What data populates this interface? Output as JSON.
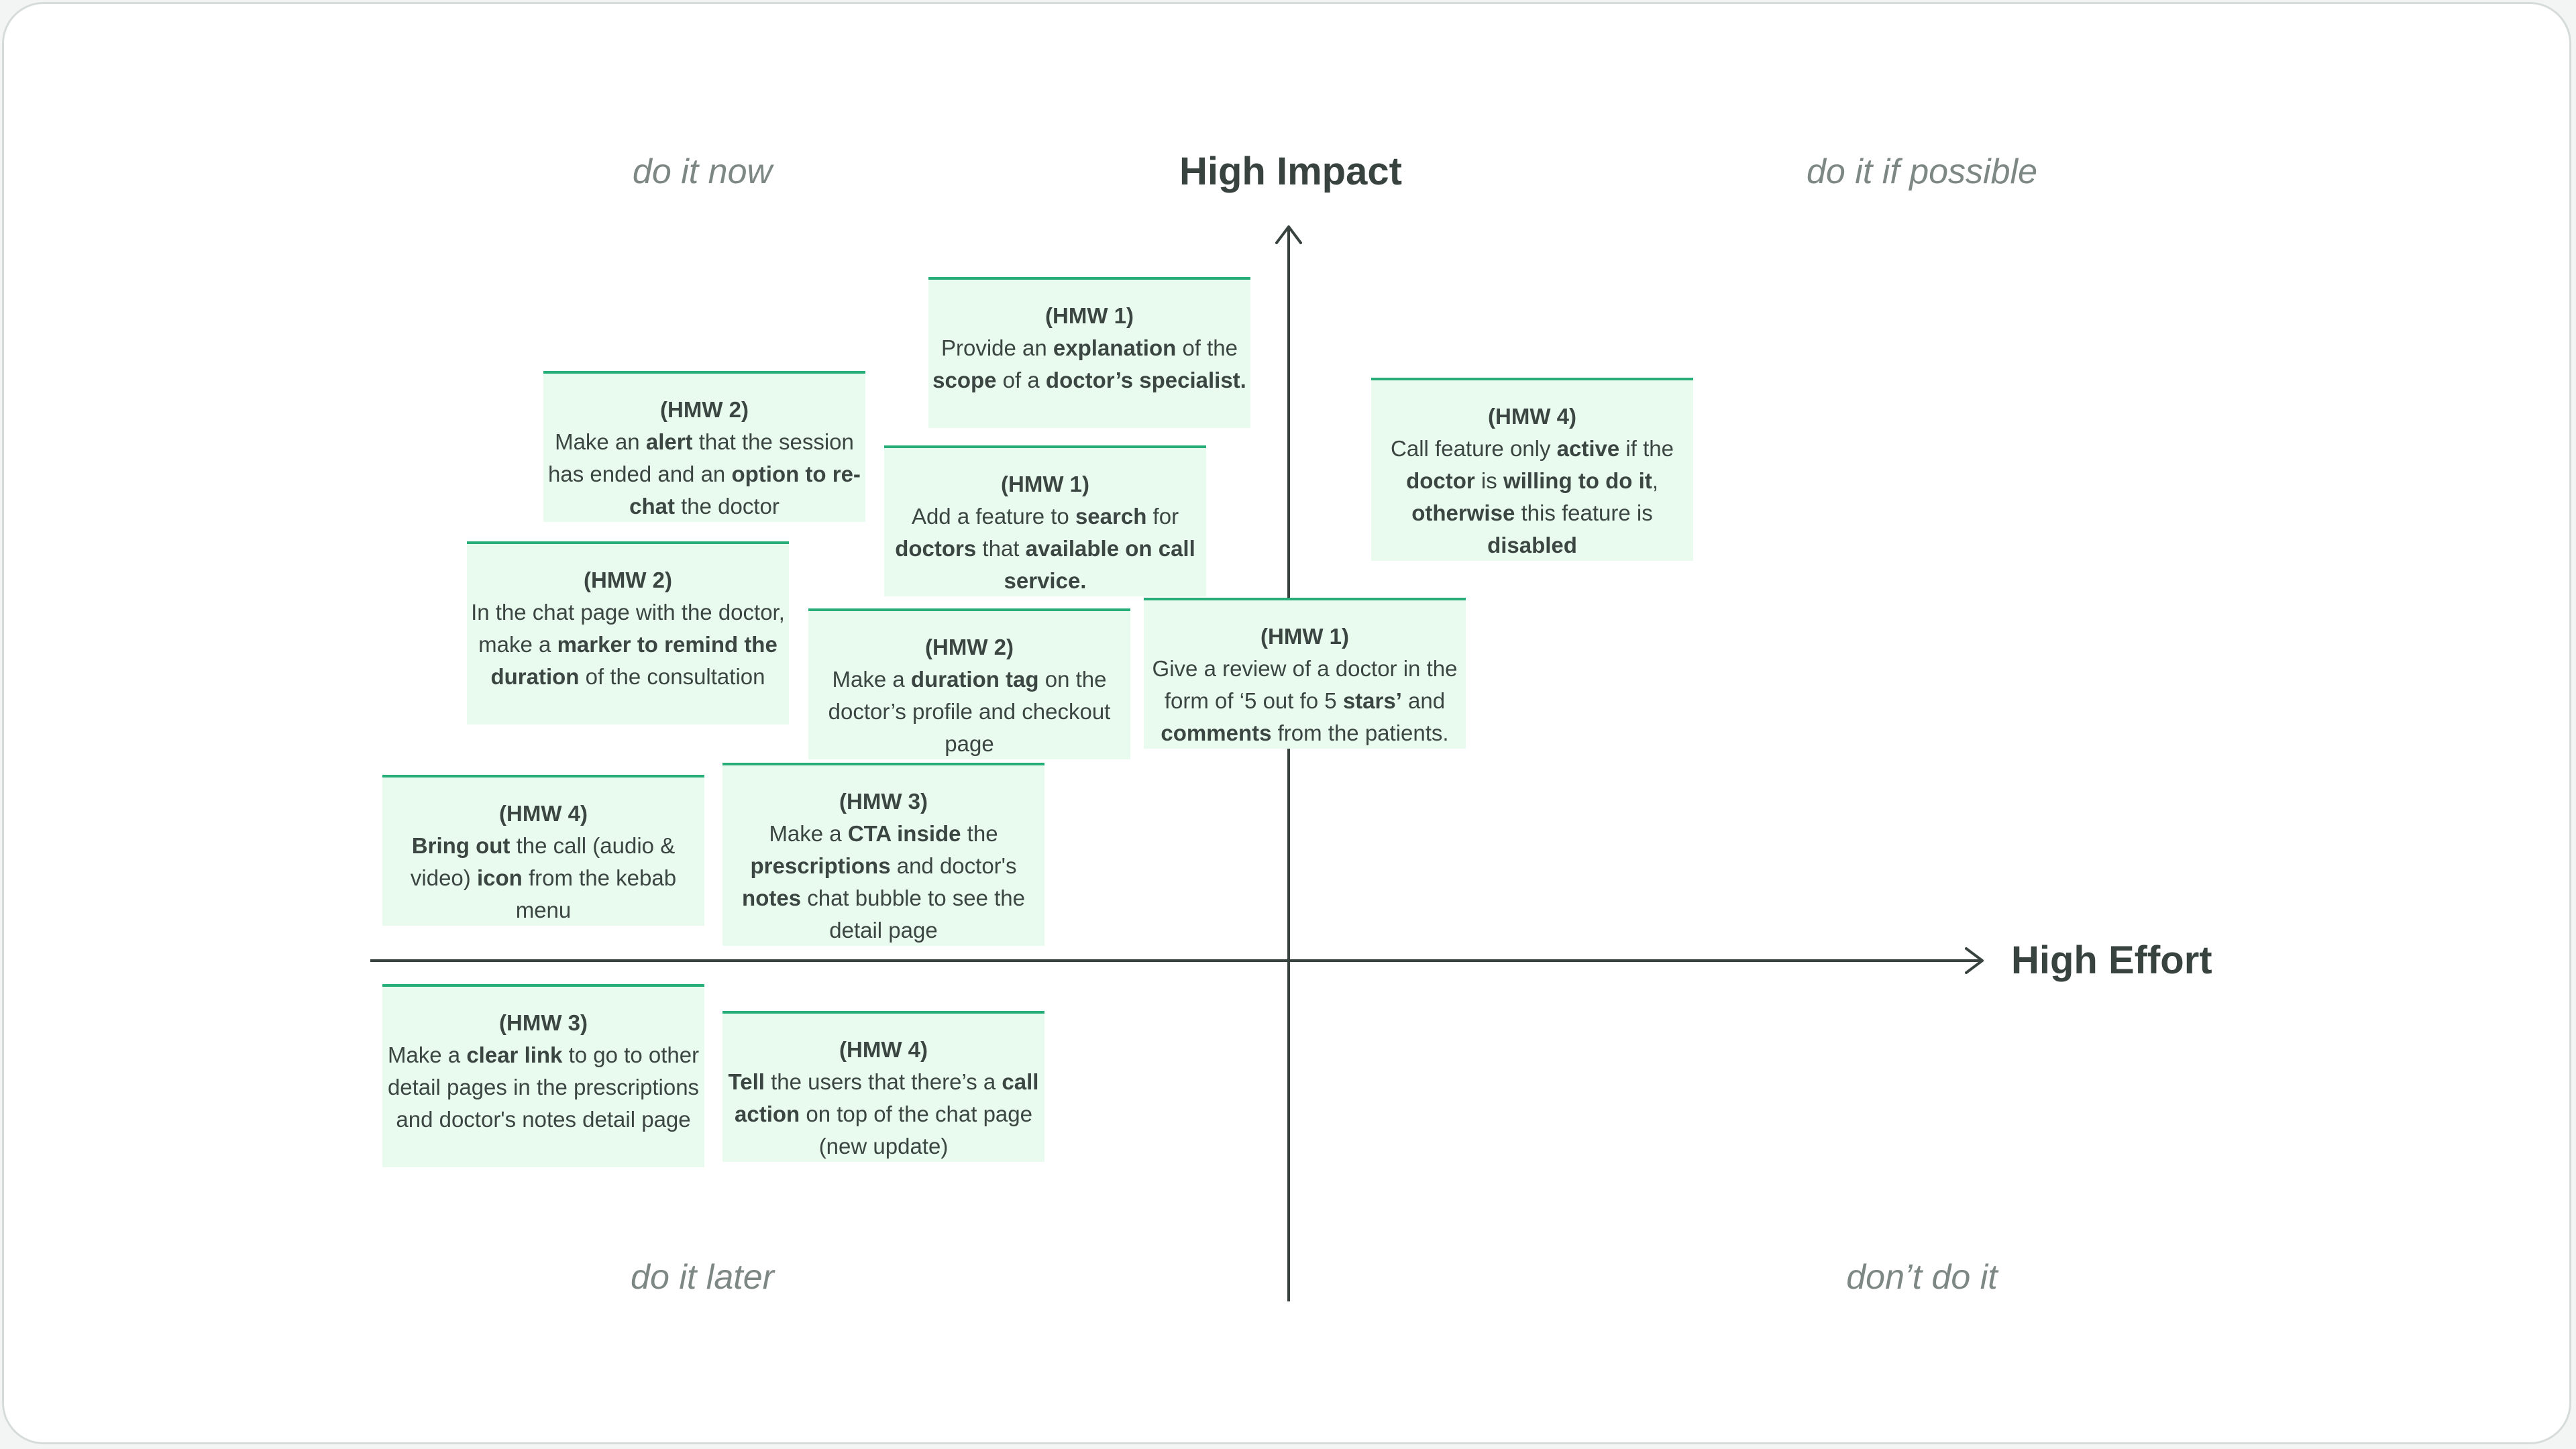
{
  "quadrants": {
    "top_left": "do it now",
    "top_right": "do it if possible",
    "bottom_left": "do it later",
    "bottom_right": "don’t do it"
  },
  "axes": {
    "y_label": "High Impact",
    "x_label": "High Effort",
    "color": "#38433f"
  },
  "note_style": {
    "background": "#e9fbef",
    "accent": "#27ae78"
  },
  "notes": [
    {
      "hmw": "(HMW 1)",
      "segments": [
        {
          "t": "Provide an "
        },
        {
          "t": "explanation",
          "b": true
        },
        {
          "t": " of the "
        },
        {
          "t": "scope",
          "b": true
        },
        {
          "t": " of a "
        },
        {
          "t": "doctor’s specialist.",
          "b": true
        }
      ]
    },
    {
      "hmw": "(HMW 2)",
      "segments": [
        {
          "t": "Make an "
        },
        {
          "t": "alert",
          "b": true
        },
        {
          "t": " that the session has ended and an "
        },
        {
          "t": "option to re-chat",
          "b": true
        },
        {
          "t": " the doctor"
        }
      ]
    },
    {
      "hmw": "(HMW 4)",
      "segments": [
        {
          "t": "Call feature only "
        },
        {
          "t": "active",
          "b": true
        },
        {
          "t": " if the "
        },
        {
          "t": "doctor",
          "b": true
        },
        {
          "t": " is "
        },
        {
          "t": "willing to do it",
          "b": true
        },
        {
          "t": ", "
        },
        {
          "t": "otherwise",
          "b": true
        },
        {
          "t": " this feature is "
        },
        {
          "t": "disabled",
          "b": true
        }
      ]
    },
    {
      "hmw": "(HMW 1)",
      "segments": [
        {
          "t": "Add a feature to "
        },
        {
          "t": "search",
          "b": true
        },
        {
          "t": " for "
        },
        {
          "t": "doctors",
          "b": true
        },
        {
          "t": " that "
        },
        {
          "t": "available on call service.",
          "b": true
        }
      ]
    },
    {
      "hmw": "(HMW 2)",
      "segments": [
        {
          "t": "In the chat page with the doctor, make a "
        },
        {
          "t": "marker to remind the duration",
          "b": true
        },
        {
          "t": " of the consultation"
        }
      ]
    },
    {
      "hmw": "(HMW 1)",
      "segments": [
        {
          "t": "Give a review of a doctor in the form of ‘5 out fo 5 "
        },
        {
          "t": "stars’",
          "b": true
        },
        {
          "t": " and "
        },
        {
          "t": "comments",
          "b": true
        },
        {
          "t": " from the patients."
        }
      ]
    },
    {
      "hmw": "(HMW 2)",
      "segments": [
        {
          "t": "Make a "
        },
        {
          "t": "duration tag",
          "b": true
        },
        {
          "t": " on the doctor’s profile and checkout page"
        }
      ]
    },
    {
      "hmw": "(HMW 4)",
      "segments": [
        {
          "t": "Bring out",
          "b": true
        },
        {
          "t": " the call (audio & video) "
        },
        {
          "t": "icon",
          "b": true
        },
        {
          "t": " from the kebab menu"
        }
      ]
    },
    {
      "hmw": "(HMW 3)",
      "segments": [
        {
          "t": "Make a "
        },
        {
          "t": "CTA inside",
          "b": true
        },
        {
          "t": " the "
        },
        {
          "t": "prescriptions",
          "b": true
        },
        {
          "t": " and doctor's "
        },
        {
          "t": "notes",
          "b": true
        },
        {
          "t": " chat bubble to see the detail page"
        }
      ]
    },
    {
      "hmw": "(HMW 3)",
      "segments": [
        {
          "t": "Make a "
        },
        {
          "t": "clear link",
          "b": true
        },
        {
          "t": " to go to other detail pages in the prescriptions and doctor's notes detail page"
        }
      ]
    },
    {
      "hmw": "(HMW 4)",
      "segments": [
        {
          "t": "Tell",
          "b": true
        },
        {
          "t": " the users that there’s a "
        },
        {
          "t": "call action",
          "b": true
        },
        {
          "t": " on top of the chat page (new update)"
        }
      ]
    }
  ]
}
